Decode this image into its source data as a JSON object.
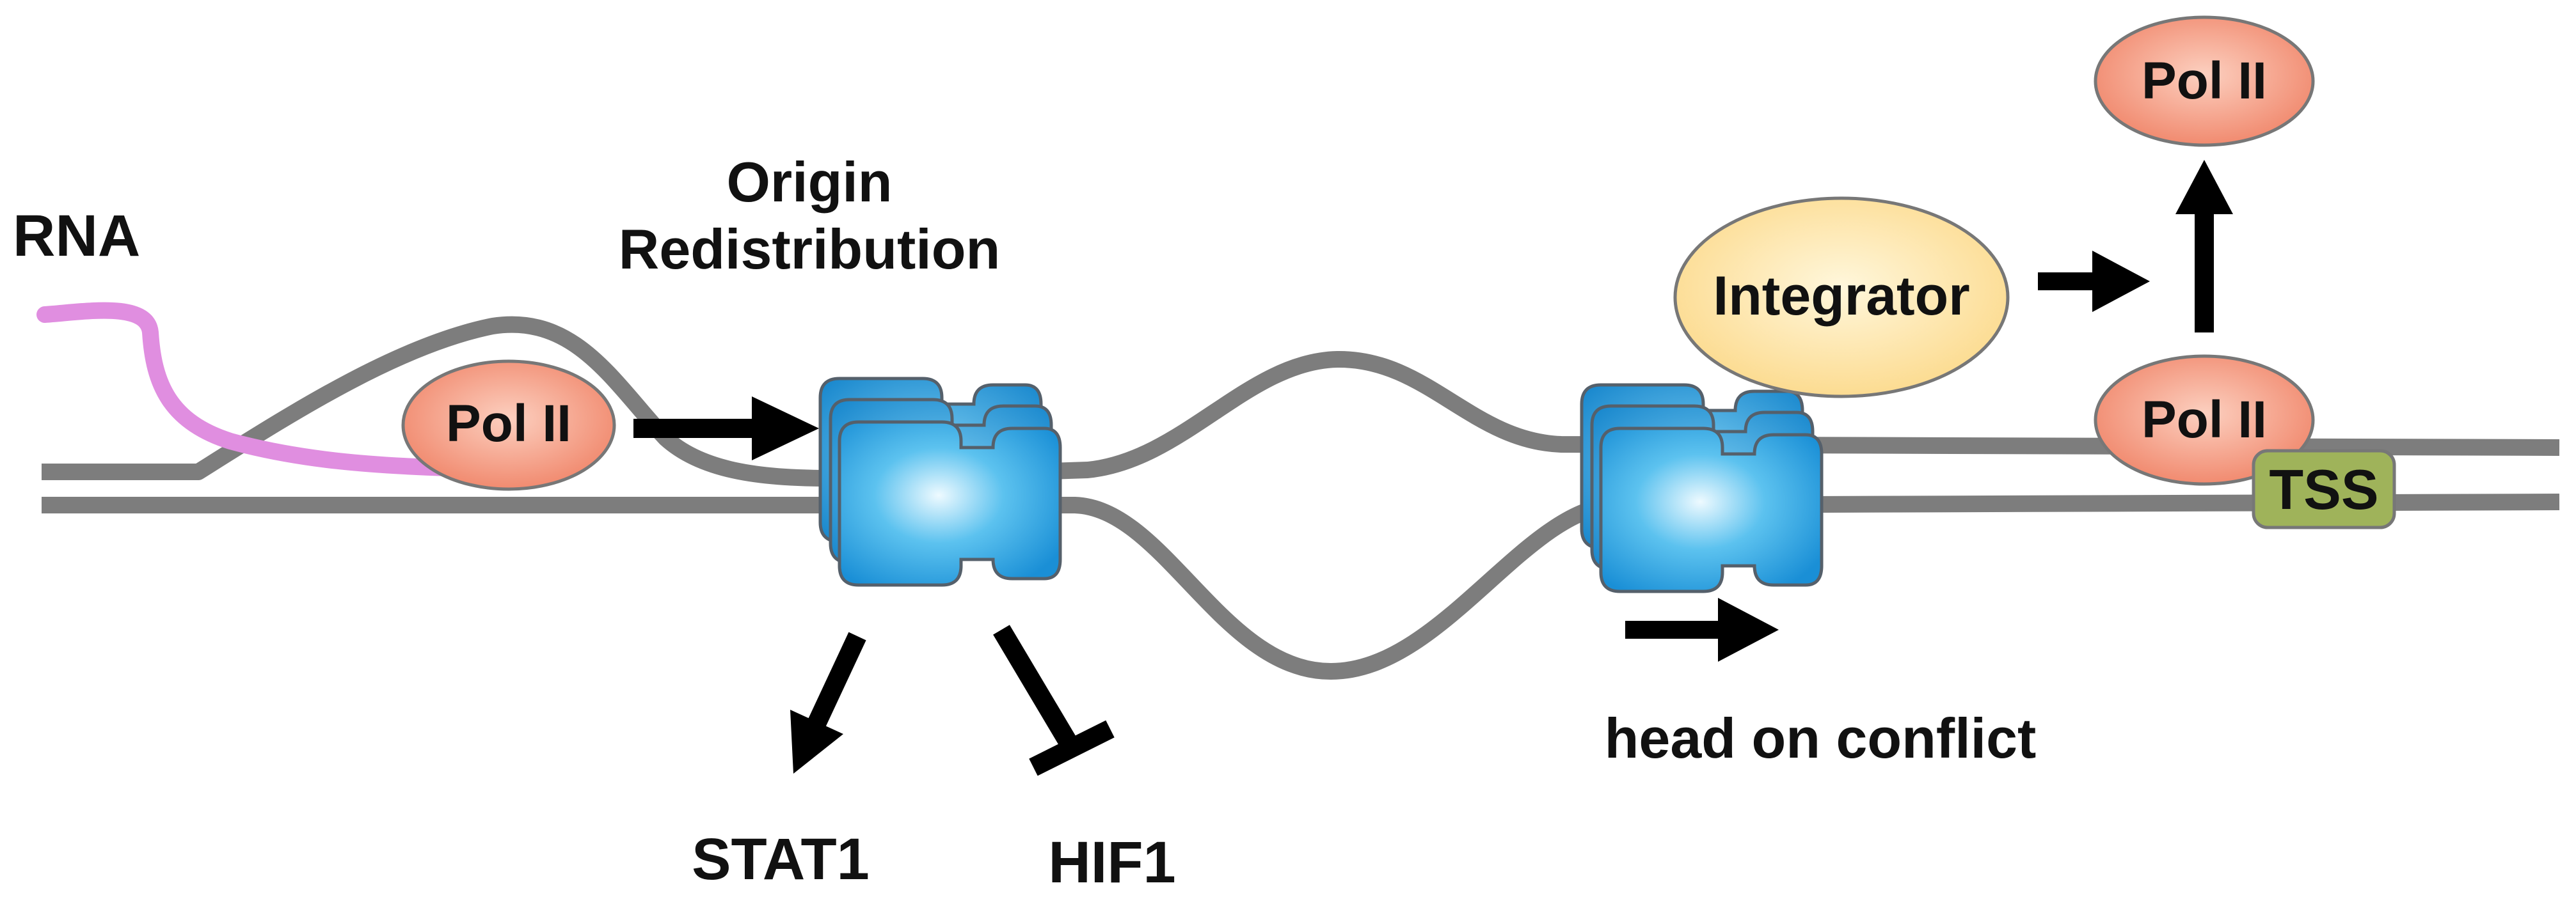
{
  "labels": {
    "rna": "RNA",
    "origin_line1": "Origin",
    "origin_line2": "Redistribution",
    "pol2_left": "Pol II",
    "integrator": "Integrator",
    "pol2_released": "Pol II",
    "pol2_tss": "Pol II",
    "tss": "TSS",
    "head_on_conflict": "head on conflict",
    "stat1": "STAT1",
    "hif1": "HIF1"
  },
  "colors": {
    "dna": "#7d7d7d",
    "rna": "#e08ee0",
    "pol2_fill": "#f2907a",
    "pol2_stroke": "#777777",
    "integrator_fill": "#fde7a6",
    "tss_fill": "#9fb35a",
    "helicase_light": "#dff5ff",
    "helicase_dark": "#1a8fd6",
    "arrow": "#000000"
  },
  "icons": {
    "helicase_left": "mcm-helicase-icon",
    "helicase_right": "mcm-helicase-icon",
    "activation_arrows": "arrow-icon",
    "inhibition_bar": "t-bar-inhibition-icon"
  }
}
